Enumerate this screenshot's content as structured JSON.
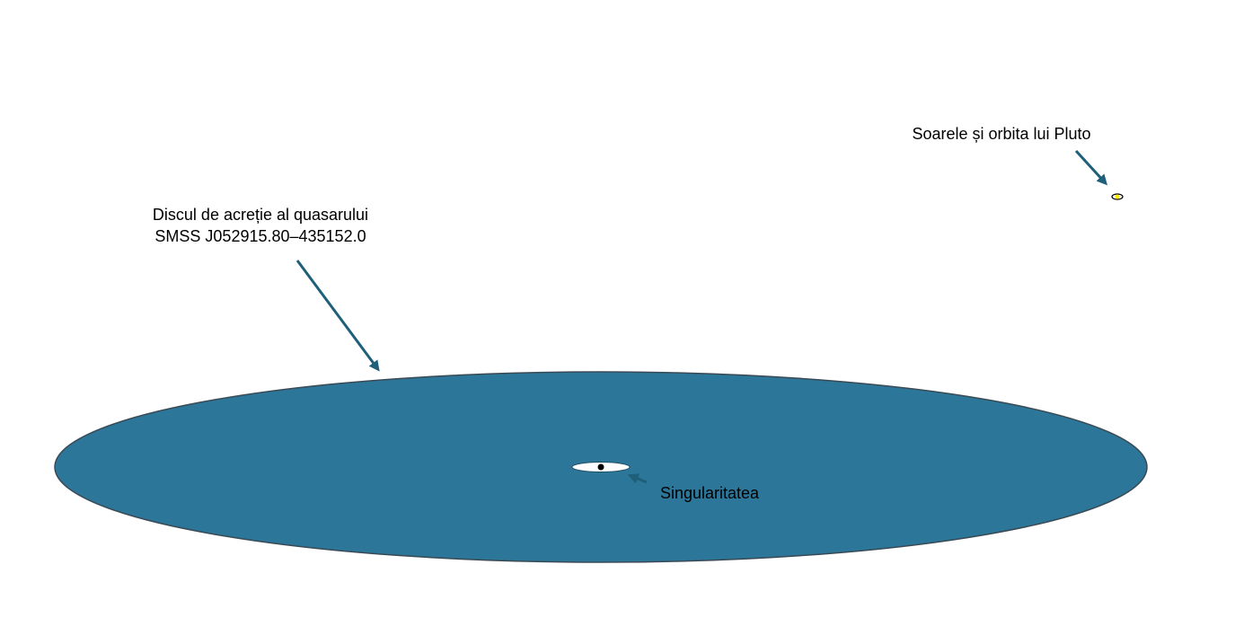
{
  "labels": {
    "disc_line1": "Discul de acreție al quasarului",
    "disc_line2": "SMSS J052915.80–435152.0",
    "sun": "Soarele și orbita lui Pluto",
    "singularity": "Singularitatea"
  },
  "colors": {
    "disc": "#2b7699",
    "arrow": "#1f5f7a",
    "sun": "#ffee00"
  }
}
